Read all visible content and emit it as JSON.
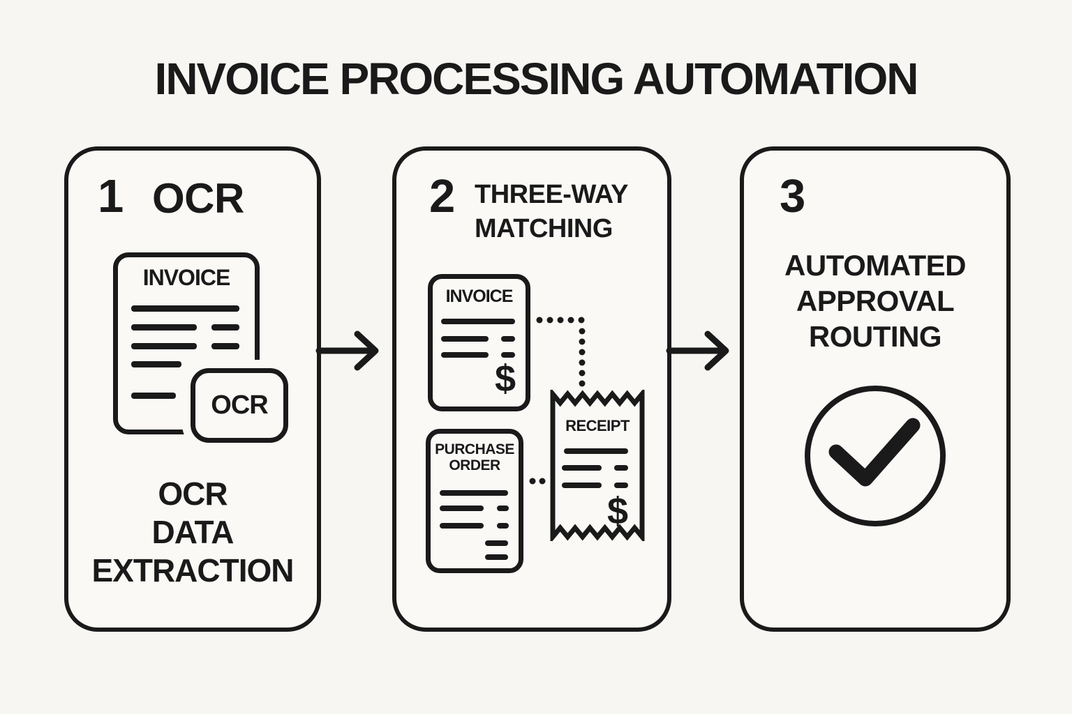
{
  "title": "INVOICE PROCESSING AUTOMATION",
  "colors": {
    "ink": "#1a1a1a",
    "background": "#f7f6f3",
    "card_background": "#faf9f6"
  },
  "steps": [
    {
      "number": "1",
      "heading": "OCR",
      "invoice_doc_label": "INVOICE",
      "ocr_badge_label": "OCR",
      "caption_lines": [
        "OCR",
        "DATA",
        "EXTRACTION"
      ]
    },
    {
      "number": "2",
      "heading_lines": [
        "THREE-WAY",
        "MATCHING"
      ],
      "invoice_doc_label": "INVOICE",
      "invoice_currency": "$",
      "purchase_order_label_lines": [
        "PURCHASE",
        "ORDER"
      ],
      "receipt_label": "RECEIPT",
      "receipt_currency": "$"
    },
    {
      "number": "3",
      "heading_lines": [
        "AUTOMATED",
        "APPROVAL",
        "ROUTING"
      ]
    }
  ],
  "icons": {
    "step1_to_step2": "arrow-right",
    "step2_to_step3": "arrow-right",
    "step1_document": "invoice-document",
    "step1_badge": "ocr-badge",
    "step2_invoice": "invoice-document",
    "step2_purchase_order": "purchase-order-document",
    "step2_receipt": "receipt",
    "step2_links": "dotted-connector",
    "step3_icon": "check-circle"
  }
}
